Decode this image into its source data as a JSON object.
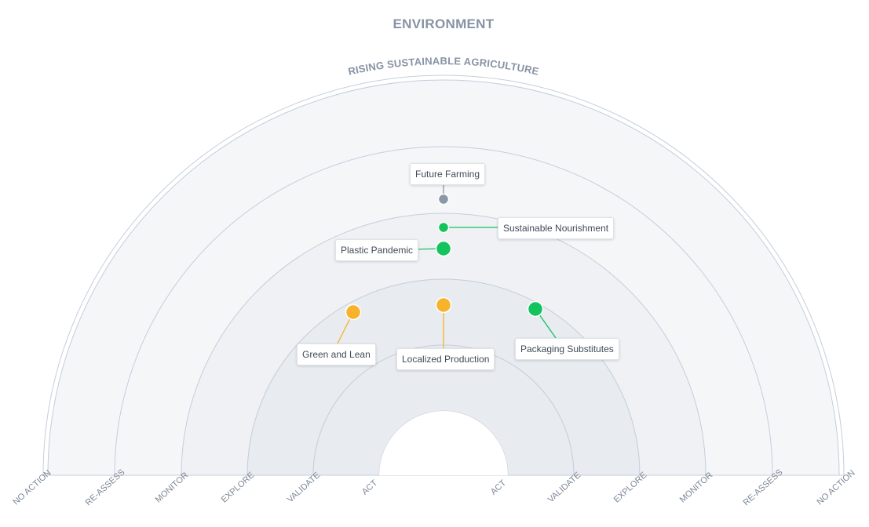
{
  "title": "ENVIRONMENT",
  "arc_title": "RISING SUSTAINABLE AGRICULTURE",
  "rings": [
    "ACT",
    "VALIDATE",
    "EXPLORE",
    "MONITOR",
    "RE-ASSESS",
    "NO ACTION"
  ],
  "colors": {
    "gray": "#8a97a6",
    "green": "#14c35e",
    "orange": "#f7b32b",
    "ring_stroke": "#c5cedb",
    "band_light": "#f6f7f9",
    "band_dark": "#e9ecf0"
  },
  "trends": [
    {
      "name": "Future Farming",
      "color": "gray",
      "ring": "MONITOR",
      "size": "small"
    },
    {
      "name": "Sustainable Nourishment",
      "color": "green",
      "ring": "EXPLORE",
      "size": "small"
    },
    {
      "name": "Plastic Pandemic",
      "color": "green",
      "ring": "EXPLORE",
      "size": "large"
    },
    {
      "name": "Green and Lean",
      "color": "orange",
      "ring": "VALIDATE",
      "size": "large"
    },
    {
      "name": "Localized Production",
      "color": "orange",
      "ring": "VALIDATE",
      "size": "large"
    },
    {
      "name": "Packaging Substitutes",
      "color": "green",
      "ring": "VALIDATE",
      "size": "large"
    }
  ]
}
